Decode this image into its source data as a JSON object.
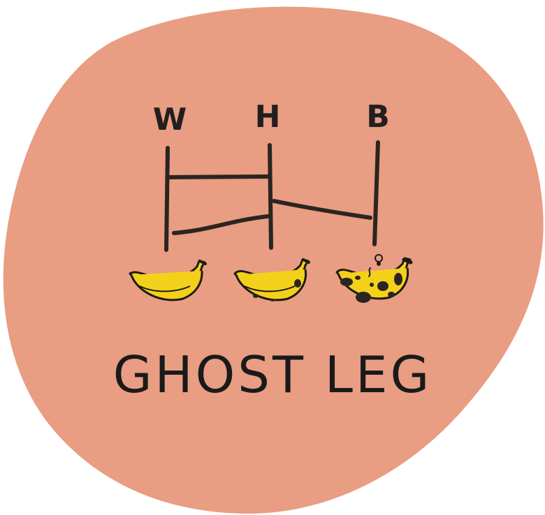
{
  "title": "GHOST LEG",
  "columns": [
    {
      "label": "W",
      "banana": "ripe-banana"
    },
    {
      "label": "H",
      "banana": "slightly-spotted-banana"
    },
    {
      "label": "B",
      "banana": "overripe-banana-with-fly"
    }
  ],
  "colors": {
    "blob": "#e99d82",
    "ink": "#2b2522",
    "banana": "#f3d11a",
    "banana_outline": "#1e1a16",
    "spot": "#2b2522"
  }
}
